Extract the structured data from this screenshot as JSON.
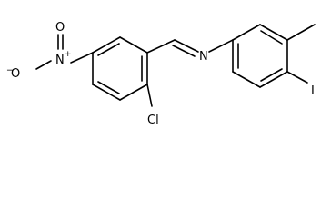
{
  "molecule": {
    "atoms": {
      "oxygen_minus": "O",
      "oxygen_minus_charge": "−",
      "nitrogen_nitro": "N",
      "nitrogen_nitro_charge": "+",
      "oxygen_double": "O",
      "nitrogen_imine": "N",
      "chlorine": "Cl",
      "iodine": "I"
    }
  }
}
